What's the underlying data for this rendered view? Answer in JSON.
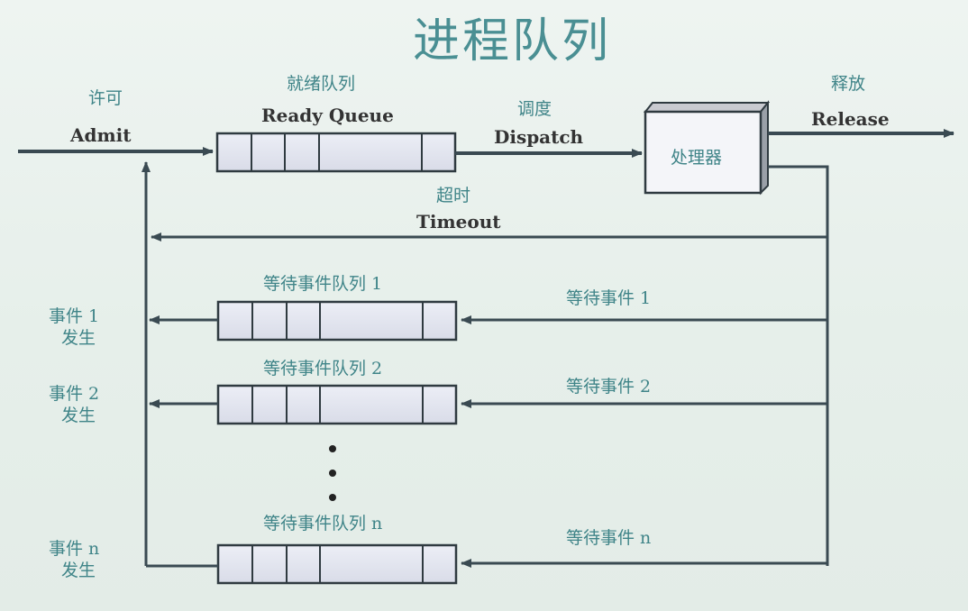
{
  "title": "进程队列",
  "admit": {
    "zh": "许可",
    "en": "Admit"
  },
  "ready_queue": {
    "zh": "就绪队列",
    "en": "Ready Queue"
  },
  "dispatch": {
    "zh": "调度",
    "en": "Dispatch"
  },
  "processor": "处理器",
  "release": {
    "zh": "释放",
    "en": "Release"
  },
  "timeout": {
    "zh": "超时",
    "en": "Timeout"
  },
  "wait_queues": [
    {
      "queue_label": "等待事件队列 1",
      "wait_label": "等待事件 1",
      "event_line1": "事件 1",
      "event_line2": "发生"
    },
    {
      "queue_label": "等待事件队列 2",
      "wait_label": "等待事件 2",
      "event_line1": "事件 2",
      "event_line2": "发生"
    },
    {
      "queue_label": "等待事件队列 n",
      "wait_label": "等待事件 n",
      "event_line1": "事件 n",
      "event_line2": "发生"
    }
  ],
  "colors": {
    "title": "#4a8f93",
    "label_teal": "#3f8488",
    "line": "#3a4a52",
    "queue_fill": "#e4e6f0",
    "queue_stroke": "#2f3a40"
  }
}
